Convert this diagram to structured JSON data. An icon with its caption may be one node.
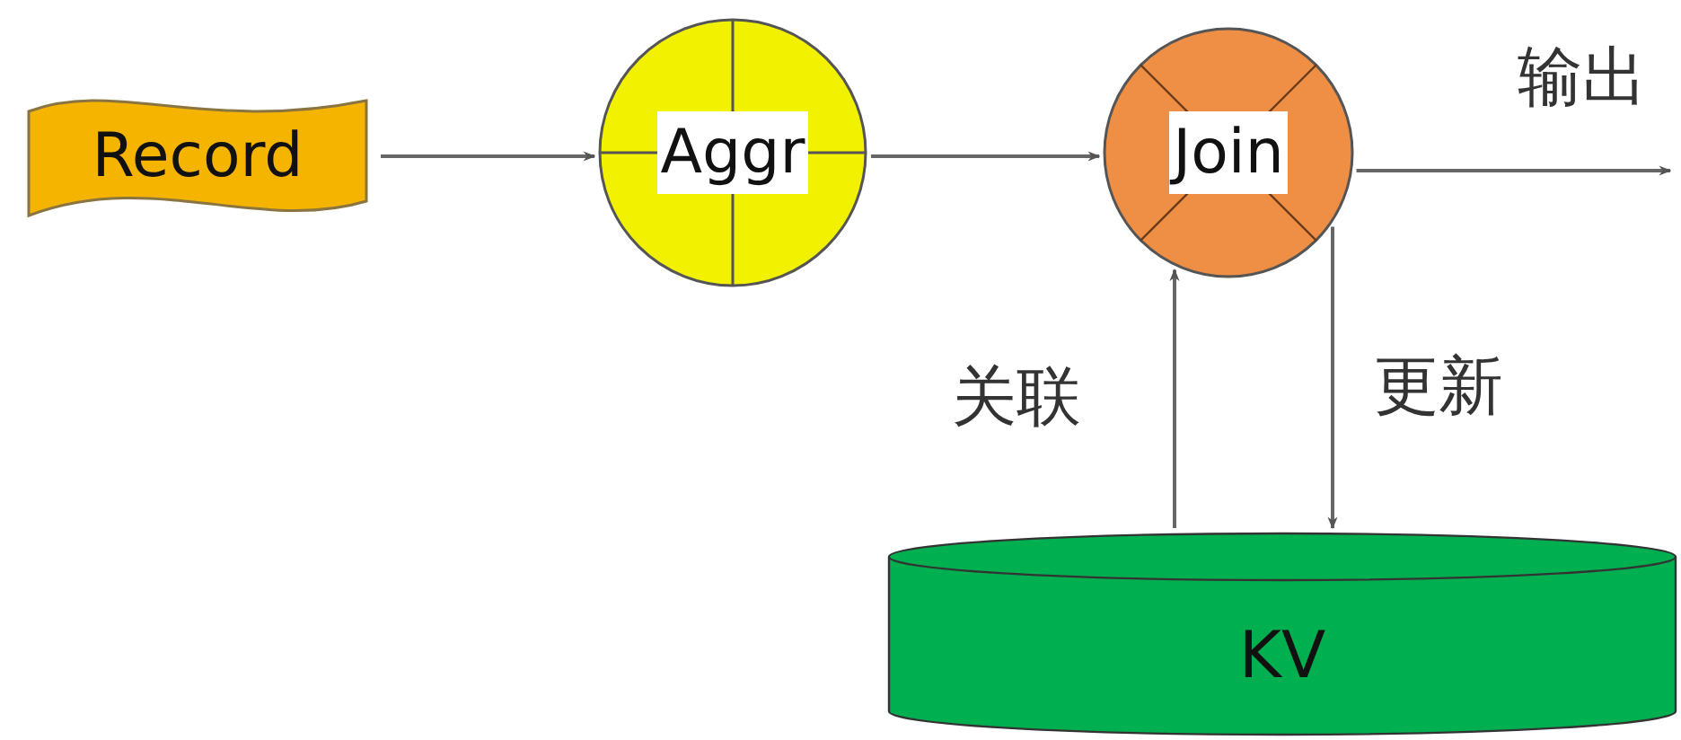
{
  "diagram": {
    "nodes": [
      {
        "text": [
          "Record"
        ]
      },
      {
        "text": [
          "Aggr"
        ]
      },
      {
        "text": [
          "Join"
        ]
      },
      {
        "text": [
          "KV"
        ]
      }
    ],
    "edges": [
      {
        "from": 0,
        "to": 1,
        "arrow": "to"
      },
      {
        "from": 1,
        "to": 2,
        "arrow": "to"
      },
      {
        "from": 2,
        "to": null,
        "arrow": "to",
        "label": "输出"
      },
      {
        "from": 3,
        "to": 2,
        "arrow": "to",
        "label": "关联"
      },
      {
        "from": 2,
        "to": 3,
        "arrow": "to",
        "label": "更新"
      }
    ]
  }
}
